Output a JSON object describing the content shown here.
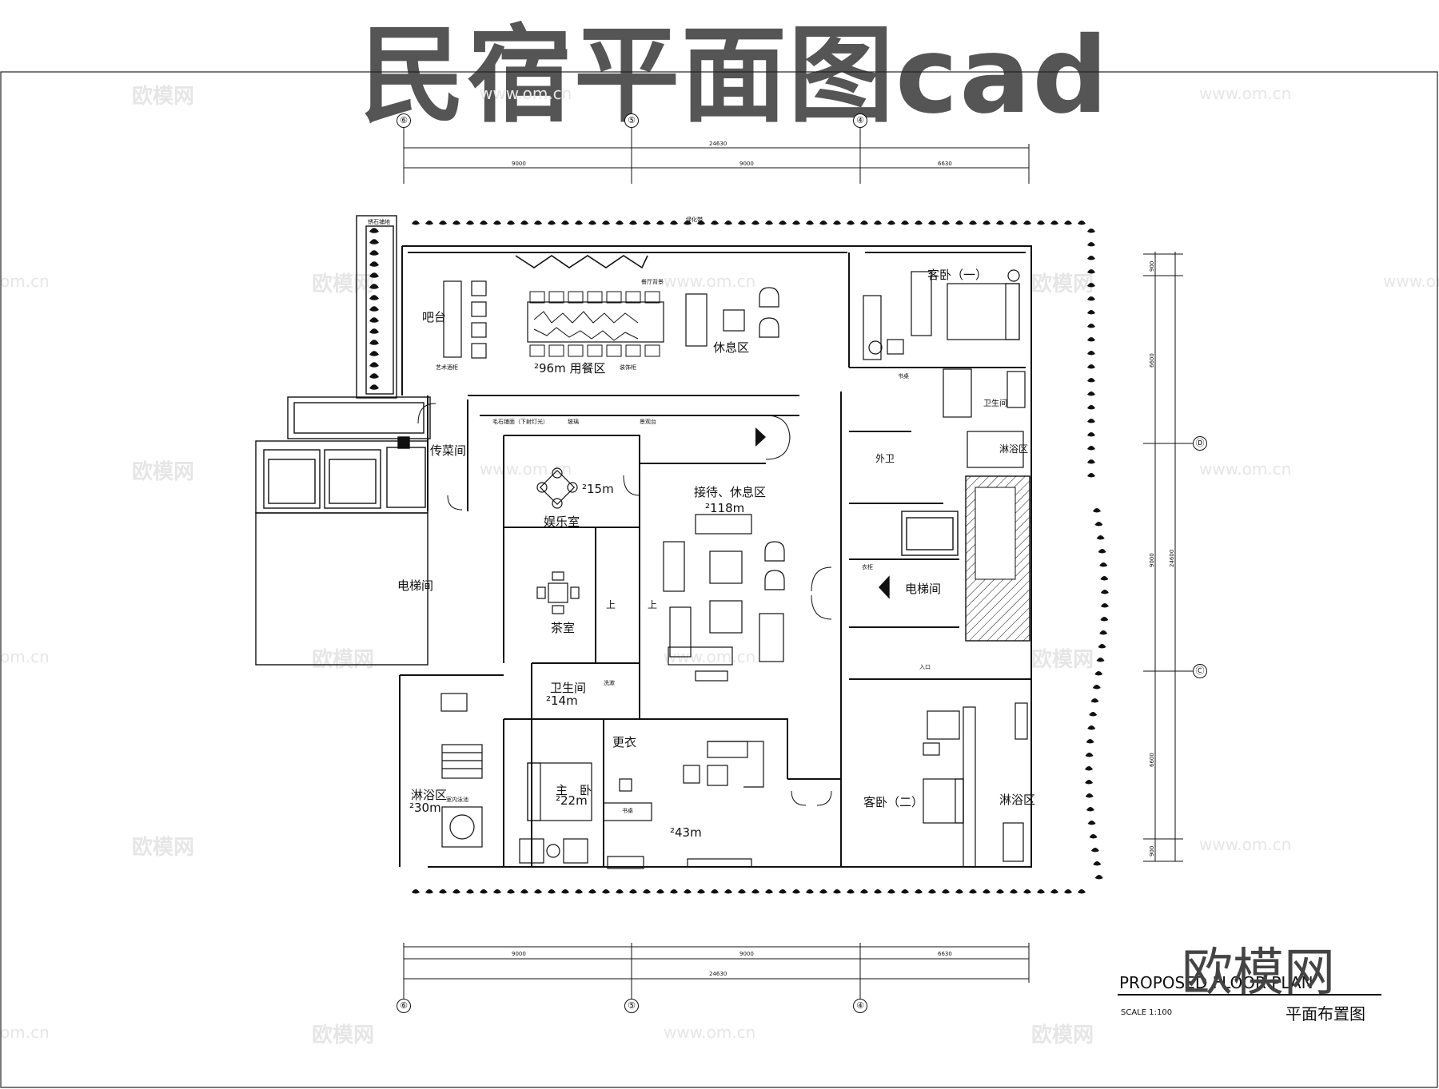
{
  "title": "民宿平面图cad",
  "watermarks": {
    "brand": "欧模网",
    "url": "www.om.cn",
    "url_cut": "om.cn"
  },
  "grid": {
    "top": [
      "⑥",
      "⑤",
      "④"
    ],
    "bottom": [
      "⑥",
      "⑤",
      "④"
    ],
    "right": [
      "Ⓓ",
      "Ⓒ"
    ]
  },
  "dimensions": {
    "total_h": "24630",
    "seg_h": [
      "9000",
      "9000",
      "6630"
    ],
    "total_v": "24600",
    "seg_v": [
      "900",
      "6600",
      "9000",
      "6600",
      "900"
    ]
  },
  "rooms": {
    "bar": "吧台",
    "dining": "²96m 用餐区",
    "lounge_top": "休息区",
    "guest1": "客卧（一）",
    "bath1": "卫生间",
    "shower1": "淋浴区",
    "serving": "传菜间",
    "outer_wc": "外卫",
    "ent": "娱乐室",
    "ent_area": "²15m",
    "reception": "接待、休息区",
    "reception_area": "²118m",
    "elevator_big": "电梯间",
    "elevator_small": "电梯间",
    "tea": "茶室",
    "up1": "上",
    "up2": "上",
    "wc_mid": "卫生间",
    "wc_mid_area": "²14m",
    "dress": "更衣",
    "shower_big": "淋浴区",
    "shower_big_area": "²30m",
    "master": "主　卧",
    "master_area": "²22m",
    "living_area": "²43m",
    "guest2": "客卧（二）",
    "shower2": "淋浴区"
  },
  "notes": {
    "terrazzo_top": "锈石铺地",
    "landscape_top": "绿化带",
    "dining_bg": "餐厅背景",
    "art_wall": "艺术酒柜",
    "decor": "装饰柜",
    "stone_floor": "毛石铺面（下射灯光）",
    "glass": "玻璃",
    "planter": "景观台",
    "desk_mid": "书桌",
    "desk_master": "书桌",
    "indoor_pool": "室内泳池",
    "wardrobe": "衣柜",
    "entry": "入口",
    "sink": "洗漱"
  },
  "legend": {
    "brand_mark": "欧模网",
    "proposed": "PROPOSED FLOOR PLAN",
    "scale": "SCALE 1:100",
    "plan_cn": "平面布置图"
  }
}
